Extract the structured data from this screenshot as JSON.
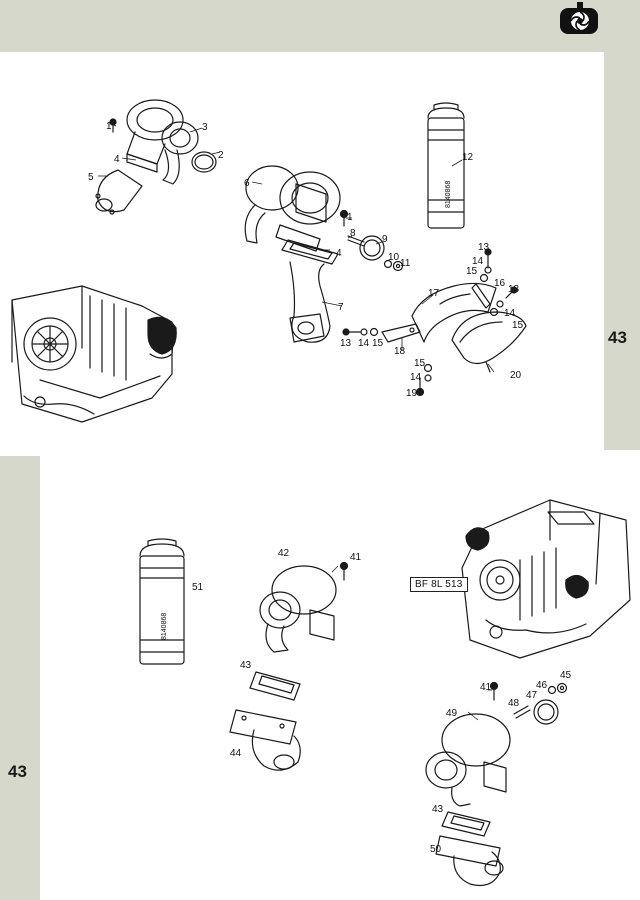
{
  "page": {
    "section_tab_top": "43",
    "section_tab_bottom": "43",
    "model_label": "BF 8L 513",
    "colors": {
      "band": "#d6d8cc",
      "ink": "#1a1a1a"
    },
    "logo_icon": "turbocharger-logo-icon"
  },
  "top_diagram": {
    "callouts": [
      "1",
      "2",
      "3",
      "4",
      "5",
      "6",
      "1",
      "4",
      "7",
      "8",
      "9",
      "10",
      "11",
      "12",
      "13",
      "14",
      "15",
      "16",
      "13",
      "14",
      "15",
      "17",
      "13",
      "14",
      "15",
      "18",
      "15",
      "14",
      "19",
      "20"
    ],
    "sealant_can_text": "8140868"
  },
  "bottom_diagram": {
    "callouts": [
      "51",
      "42",
      "41",
      "43",
      "44",
      "49",
      "41",
      "48",
      "47",
      "46",
      "45",
      "43",
      "50"
    ],
    "sealant_can_text": "8140868"
  }
}
